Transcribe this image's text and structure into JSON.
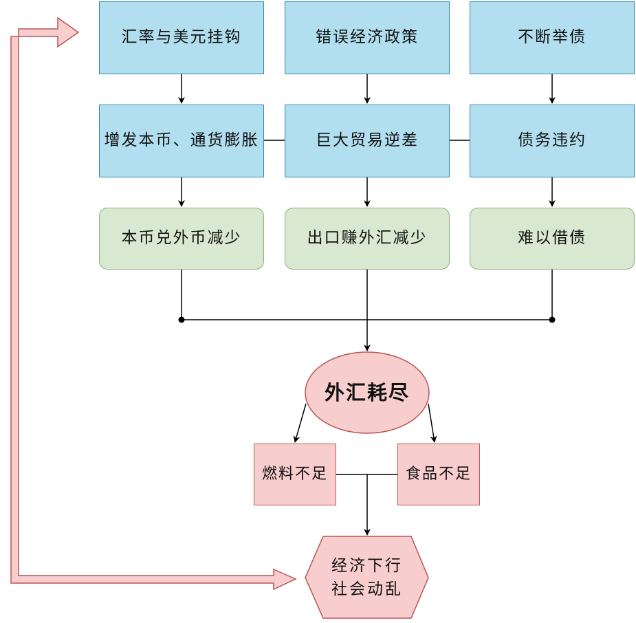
{
  "row1": {
    "a": "汇率与美元挂钩",
    "b": "错误经济政策",
    "c": "不断举债"
  },
  "row2": {
    "a": "增发本币、通货膨胀",
    "b": "巨大贸易逆差",
    "c": "债务违约"
  },
  "row3": {
    "a": "本币兑外币减少",
    "b": "出口赚外汇减少",
    "c": "难以借债"
  },
  "center": "外汇耗尽",
  "effects": {
    "fuel": "燃料不足",
    "food": "食品不足"
  },
  "outcome": {
    "line1": "经济下行",
    "line2": "社会动乱"
  },
  "colors": {
    "blue_fill": "#b1dfef",
    "blue_stroke": "#2f86b4",
    "green_fill": "#d8e8d1",
    "green_stroke": "#88b374",
    "pink_fill": "#f7cdcd",
    "pink_stroke": "#b95454"
  }
}
